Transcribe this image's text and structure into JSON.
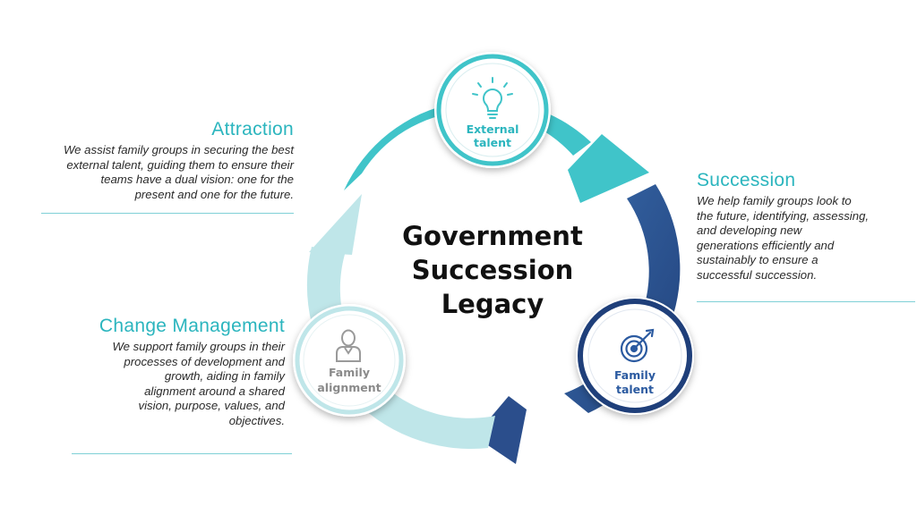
{
  "center_title": [
    "Government",
    "Succession",
    "Legacy"
  ],
  "nodes": {
    "external": {
      "label": [
        "External",
        "talent"
      ],
      "icon": "lightbulb-icon"
    },
    "family_talent": {
      "label": [
        "Family",
        "talent"
      ],
      "icon": "target-icon"
    },
    "family_alignment": {
      "label": [
        "Family",
        "alignment"
      ],
      "icon": "person-icon"
    }
  },
  "sections": {
    "attraction": {
      "title": "Attraction",
      "lines": [
        "We assist family groups in securing the best",
        "external talent, guiding them to ensure their",
        "teams have a dual vision: one for the",
        "present and one for the future."
      ]
    },
    "succession": {
      "title": "Succession",
      "lines": [
        "We help family groups look to",
        "the future, identifying, assessing,",
        "and developing new",
        "generations efficiently and",
        "sustainably to ensure a",
        "successful succession."
      ]
    },
    "change": {
      "title": "Change Management",
      "lines": [
        "We support family groups in their",
        "processes of development and",
        "growth, aiding in family",
        "alignment around a shared",
        "vision, purpose, values, and",
        "objectives."
      ]
    }
  },
  "colors": {
    "teal": "#40c4c9",
    "teal_dark": "#2bb5be",
    "navy": "#2b4e8c",
    "light_teal": "#bfe6e9"
  }
}
